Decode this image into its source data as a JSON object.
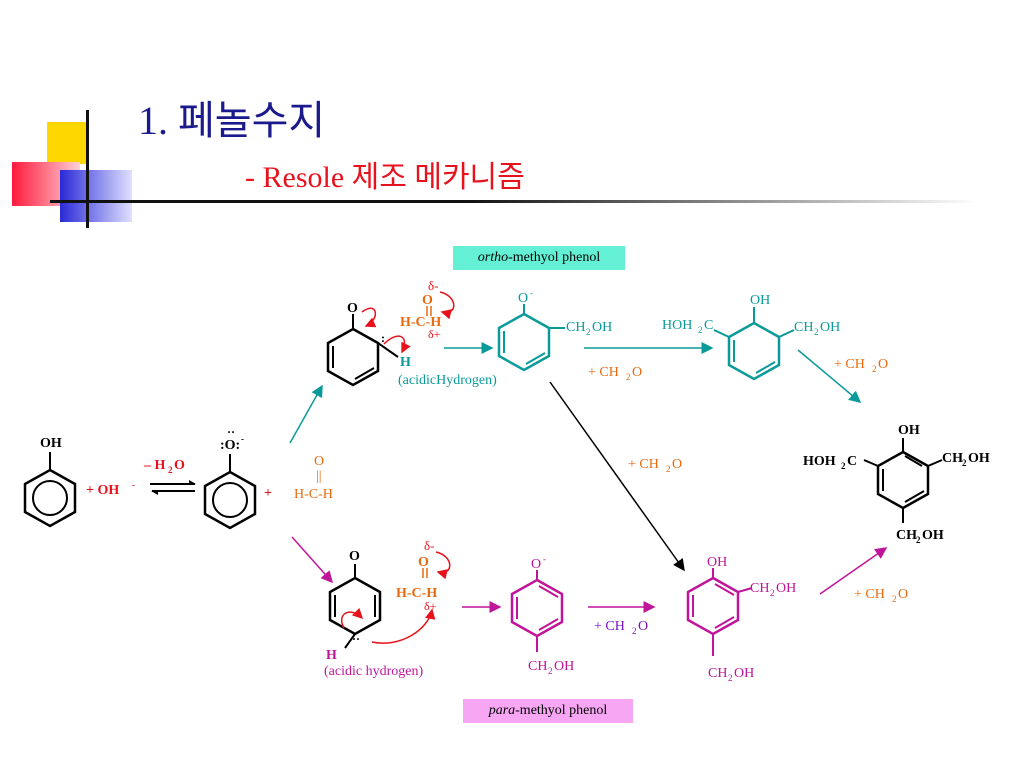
{
  "slide": {
    "title": "1. 페놀수지",
    "subtitle": "- Resole 제조 메카니즘"
  },
  "labels": {
    "ortho_prefix": "ortho",
    "ortho_suffix": "-methyol phenol",
    "para_prefix": "para",
    "para_suffix": "-methyol phenol",
    "oh": "OH",
    "o_minus": "O",
    "phenoxide_o": ":O:",
    "plus_oh": "+  OH",
    "minus_h2o": "– H",
    "h2o_tail": "O",
    "plus": "+",
    "formaldehyde_o": "O",
    "formaldehyde_dbl": "||",
    "formaldehyde_hch": "H-C-H",
    "delta_minus": "δ-",
    "delta_plus": "δ+",
    "h": "H",
    "acidic_ortho": "(acidicHydrogen)",
    "acidic_para": "(acidic hydrogen)",
    "ch2oh": "CH",
    "ch2oh_tail": "OH",
    "hoh2c_head": "HOH",
    "hoh2c_tail": "C",
    "plus_ch2o": "+ CH",
    "ch2o_tail": "O",
    "o_single": "O"
  },
  "colors": {
    "title": "#1a1a8c",
    "subtitle": "#e8121c",
    "teal": "#0a9a9a",
    "magenta": "#c0149a",
    "orange": "#e86a10",
    "red": "#e8121c",
    "purple": "#7a10c8",
    "black": "#000000",
    "ortho_box": "#64f0d4",
    "para_box": "#f7a6f3"
  }
}
